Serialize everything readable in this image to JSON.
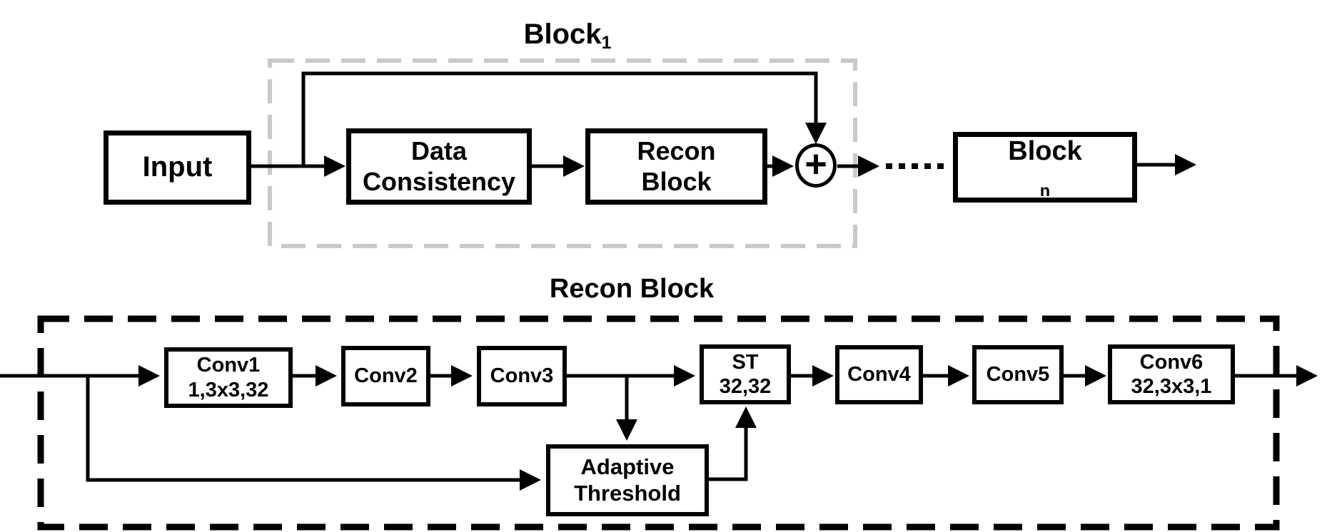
{
  "diagram": {
    "background_color": "#ffffff",
    "line_color": "#000000",
    "outer_dash_color": "#c9c9c9"
  },
  "top_section": {
    "title": {
      "main": "Block",
      "sub": "1"
    },
    "input_box": {
      "label": "Input"
    },
    "data_consistency_box": {
      "line1": "Data",
      "line2": "Consistency"
    },
    "recon_block_box": {
      "line1": "Recon",
      "line2": "Block"
    },
    "adder": {
      "symbol": "+"
    },
    "block_n_box": {
      "main": "Block",
      "sub": "n"
    }
  },
  "bottom_section": {
    "title": "Recon Block",
    "conv1_box": {
      "line1": "Conv1",
      "line2": "1,3x3,32"
    },
    "conv2_box": {
      "label": "Conv2"
    },
    "conv3_box": {
      "label": "Conv3"
    },
    "st_box": {
      "line1": "ST",
      "line2": "32,32"
    },
    "conv4_box": {
      "label": "Conv4"
    },
    "conv5_box": {
      "label": "Conv5"
    },
    "conv6_box": {
      "line1": "Conv6",
      "line2": "32,3x3,1"
    },
    "adaptive_threshold_box": {
      "line1": "Adaptive",
      "line2": "Threshold"
    }
  }
}
